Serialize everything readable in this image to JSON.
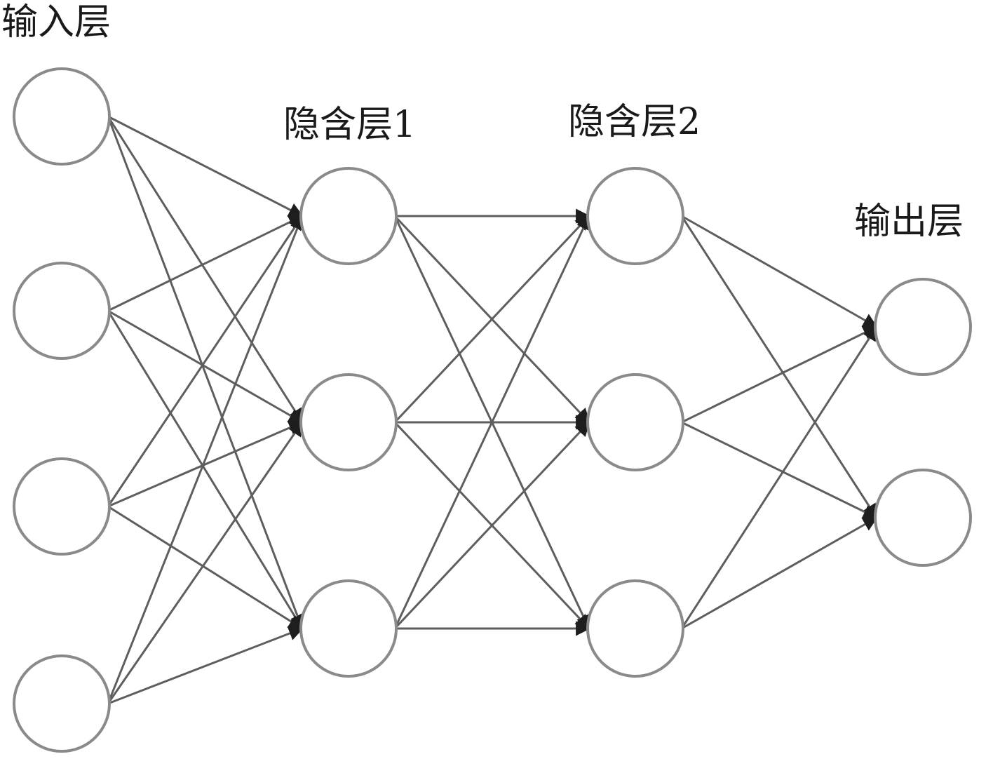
{
  "labels": {
    "input": "输入层",
    "hidden1": "隐含层1",
    "hidden2": "隐含层2",
    "output": "输出层"
  },
  "network": {
    "layers": [
      4,
      3,
      3,
      2
    ],
    "fully_connected": true,
    "arrows": true
  },
  "colors": {
    "node_stroke": "#8a8a8a",
    "edge": "#5e5e5e",
    "arrow": "#1e1e1e",
    "text": "#1a1a1a",
    "background": "#ffffff"
  }
}
